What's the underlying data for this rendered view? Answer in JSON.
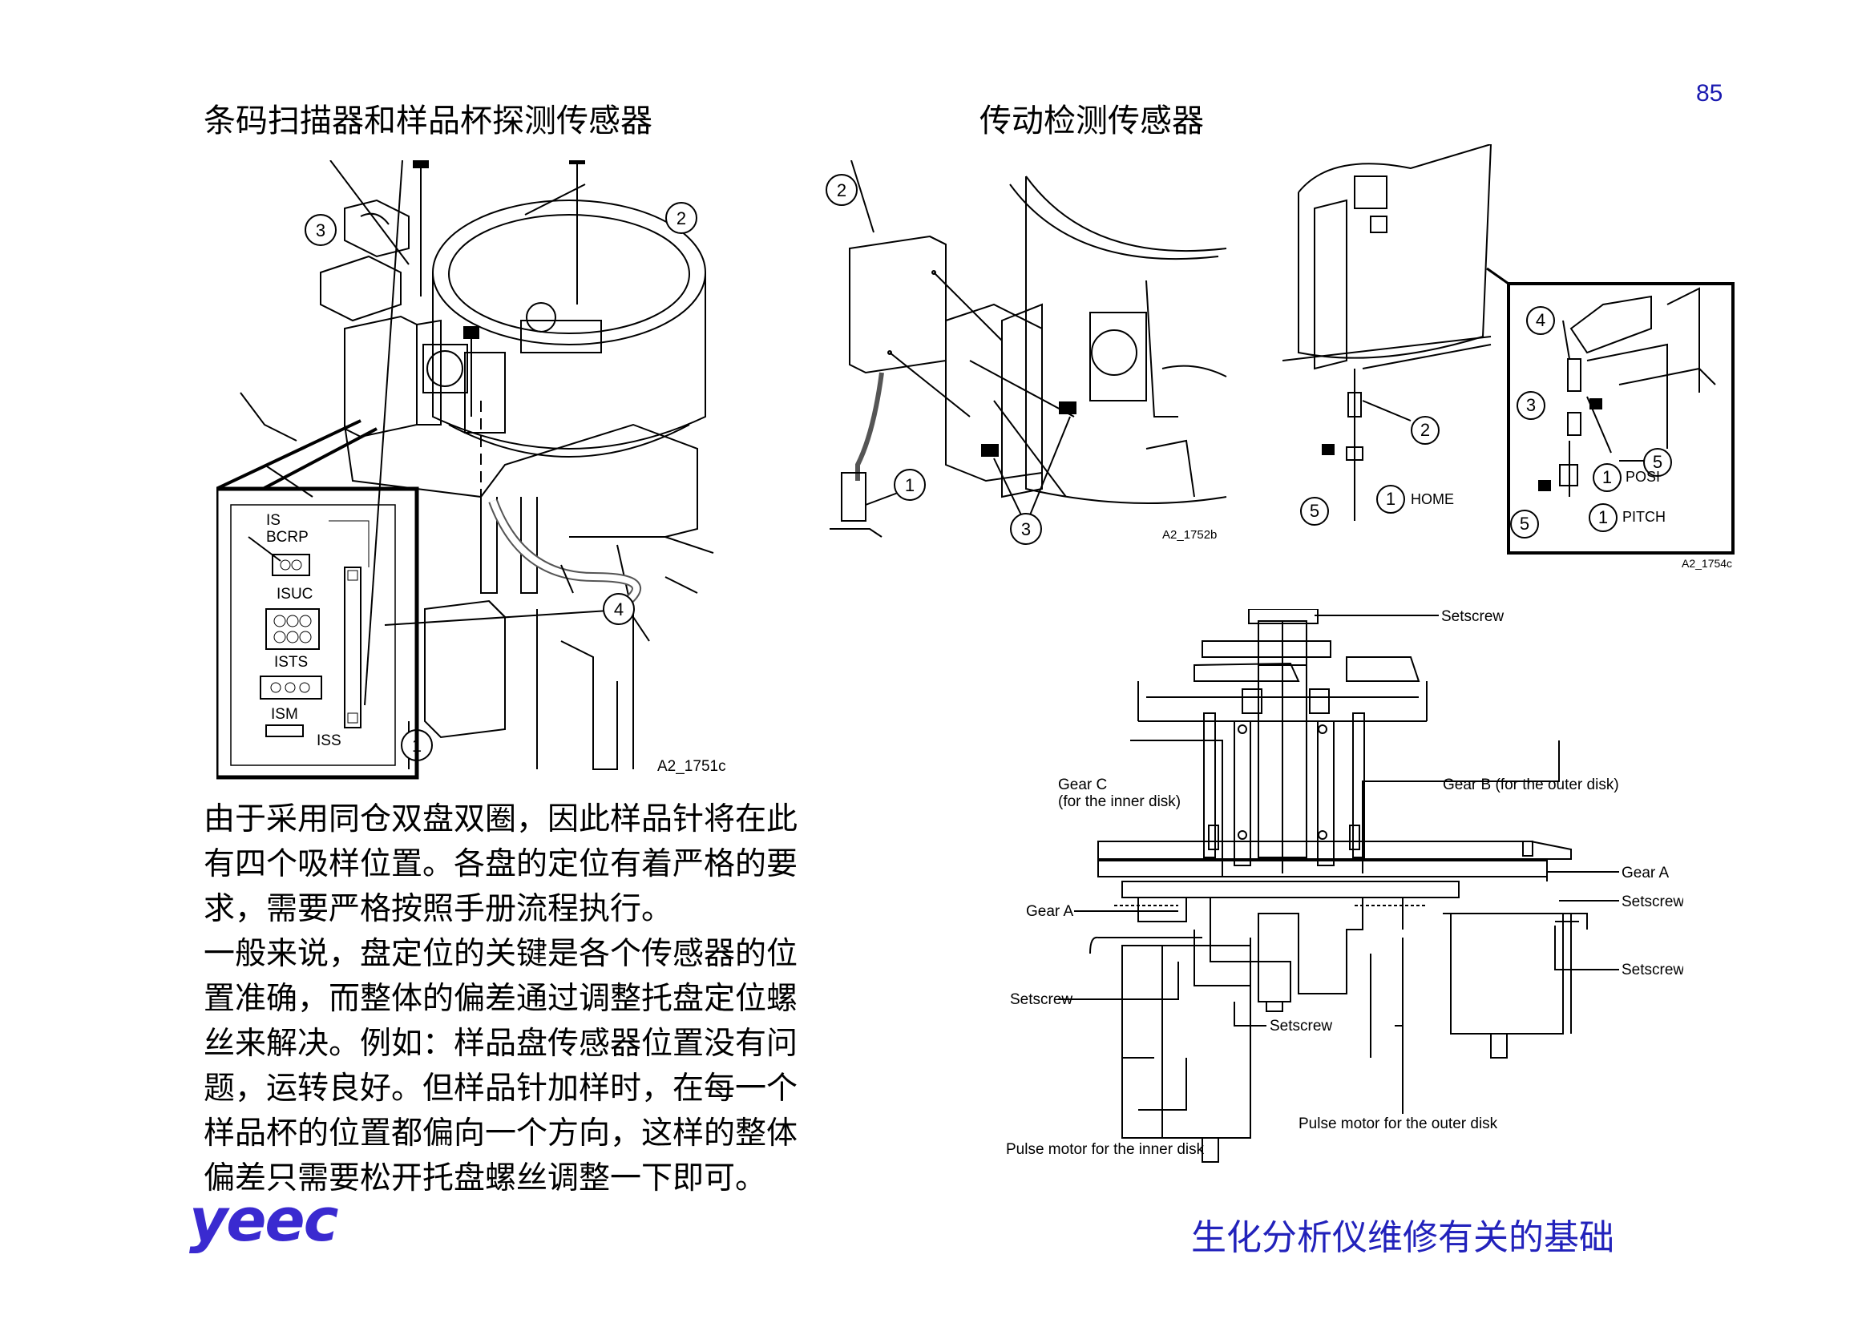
{
  "page_number": "85",
  "headings": {
    "left": "条码扫描器和样品杯探测传感器",
    "right": "传动检测传感器"
  },
  "figure_left": {
    "callouts": [
      "1",
      "2",
      "3",
      "4"
    ],
    "inset_labels": [
      "IS",
      "BCRP",
      "ISUC",
      "ISTS",
      "ISM",
      "ISS"
    ],
    "code": "A2_1751c"
  },
  "figure_mid": {
    "callouts": [
      "1",
      "2",
      "3"
    ],
    "code": "A2_1752b"
  },
  "figure_right": {
    "callouts_main": [
      "2",
      "5",
      "1"
    ],
    "home_label": "HOME",
    "callouts_inset": [
      "4",
      "3",
      "5",
      "1",
      "5",
      "1"
    ],
    "posi_label": "POSI",
    "pitch_label": "PITCH",
    "code": "A2_1754c"
  },
  "figure_gear": {
    "labels": {
      "setscrew_top": "Setscrew",
      "gear_c": "Gear C",
      "gear_c_note": "(for the inner disk)",
      "gear_b": "Gear B (for the outer disk)",
      "gear_a_right": "Gear A",
      "setscrew_right1": "Setscrew",
      "gear_a_left": "Gear A",
      "setscrew_right2": "Setscrew",
      "setscrew_left": "Setscrew",
      "setscrew_mid": "Setscrew",
      "pulse_outer": "Pulse motor for the outer disk",
      "pulse_inner": "Pulse motor for the inner disk"
    }
  },
  "body": {
    "paragraph1": [
      "由于采用同仓双盘双圈，因此样品针将在此",
      "有四个吸样位置。各盘的定位有着严格的要",
      "求，需要严格按照手册流程执行。"
    ],
    "paragraph2": [
      "一般来说，盘定位的关键是各个传感器的位",
      "置准确，而整体的偏差通过调整托盘定位螺",
      "丝来解决。例如：样品盘传感器位置没有问",
      "题，运转良好。但样品针加样时，在每一个",
      "样品杯的位置都偏向一个方向，这样的整体",
      "偏差只需要松开托盘螺丝调整一下即可。"
    ]
  },
  "footer": {
    "logo": "yeec",
    "title": "生化分析仪维修有关的基础"
  }
}
